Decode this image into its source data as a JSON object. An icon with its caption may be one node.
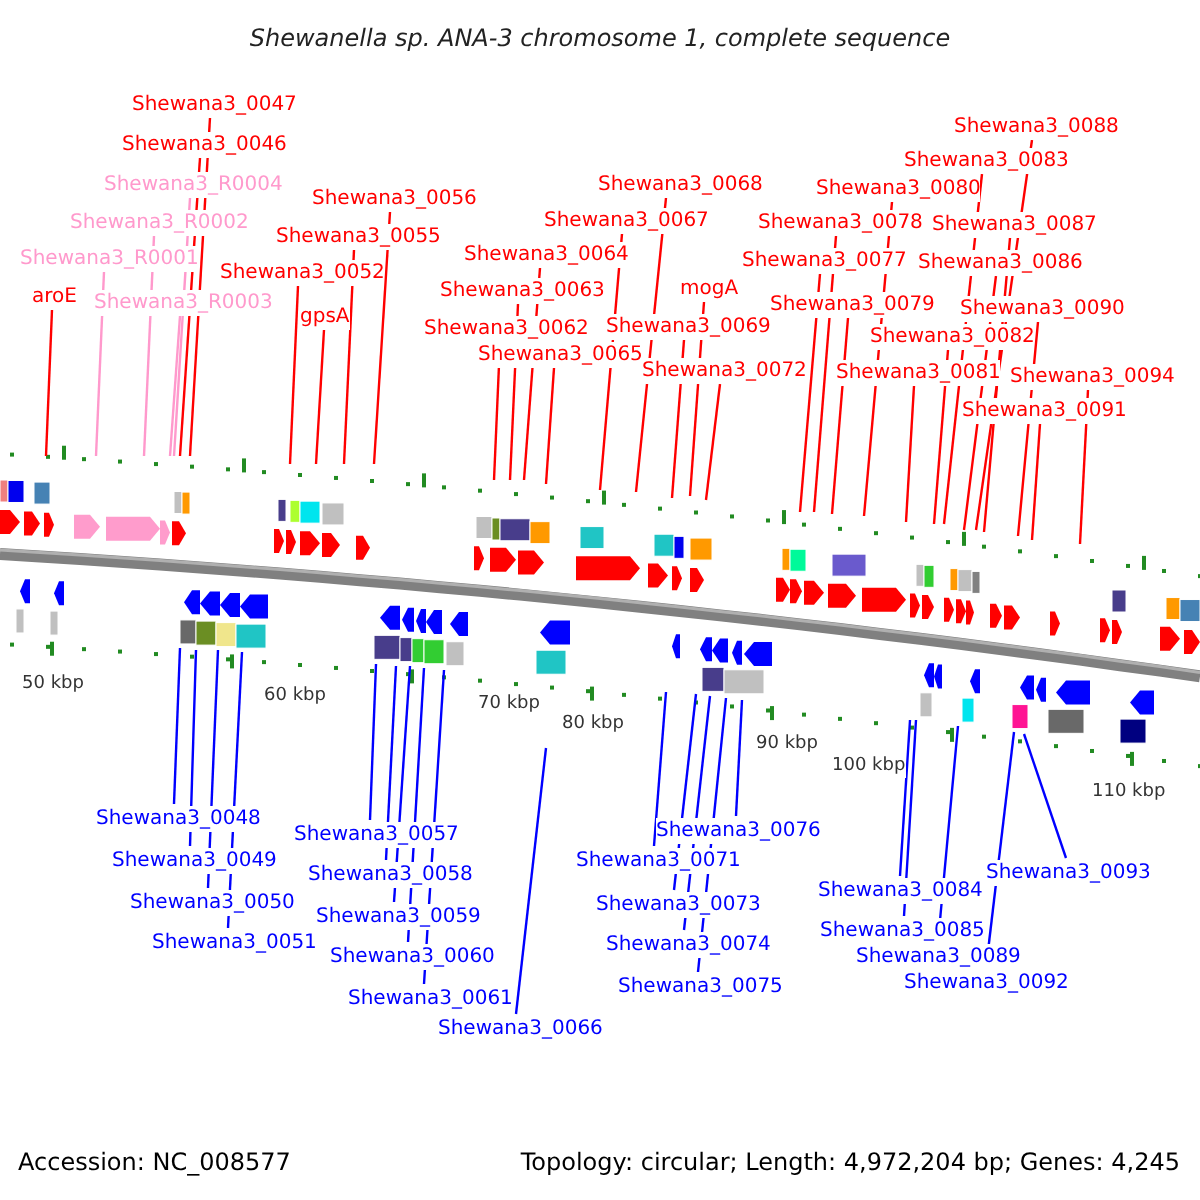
{
  "diagram": {
    "title": "Shewanella sp. ANA-3 chromosome 1, complete sequence",
    "nodes": [
      {
        "text": [
          "aroE"
        ]
      },
      {
        "text": [
          "Shewana3_R0001"
        ]
      },
      {
        "text": [
          "Shewana3_R0002"
        ]
      },
      {
        "text": [
          "Shewana3_R0003"
        ]
      },
      {
        "text": [
          "Shewana3_R0004"
        ]
      },
      {
        "text": [
          "Shewana3_0046"
        ]
      },
      {
        "text": [
          "Shewana3_0047"
        ]
      },
      {
        "text": [
          "Shewana3_0052"
        ]
      },
      {
        "text": [
          "gpsA"
        ]
      },
      {
        "text": [
          "Shewana3_0055"
        ]
      },
      {
        "text": [
          "Shewana3_0056"
        ]
      },
      {
        "text": [
          "Shewana3_0062"
        ]
      },
      {
        "text": [
          "Shewana3_0063"
        ]
      },
      {
        "text": [
          "Shewana3_0064"
        ]
      },
      {
        "text": [
          "Shewana3_0065"
        ]
      },
      {
        "text": [
          "Shewana3_0067"
        ]
      },
      {
        "text": [
          "Shewana3_0068"
        ]
      },
      {
        "text": [
          "Shewana3_0069"
        ]
      },
      {
        "text": [
          "mogA"
        ]
      },
      {
        "text": [
          "Shewana3_0072"
        ]
      },
      {
        "text": [
          "Shewana3_0077"
        ]
      },
      {
        "text": [
          "Shewana3_0078"
        ]
      },
      {
        "text": [
          "Shewana3_0079"
        ]
      },
      {
        "text": [
          "Shewana3_0080"
        ]
      },
      {
        "text": [
          "Shewana3_0081"
        ]
      },
      {
        "text": [
          "Shewana3_0082"
        ]
      },
      {
        "text": [
          "Shewana3_0083"
        ]
      },
      {
        "text": [
          "Shewana3_0086"
        ]
      },
      {
        "text": [
          "Shewana3_0087"
        ]
      },
      {
        "text": [
          "Shewana3_0088"
        ]
      },
      {
        "text": [
          "Shewana3_0090"
        ]
      },
      {
        "text": [
          "Shewana3_0091"
        ]
      },
      {
        "text": [
          "Shewana3_0094"
        ]
      },
      {
        "text": [
          "Shewana3_0048"
        ]
      },
      {
        "text": [
          "Shewana3_0049"
        ]
      },
      {
        "text": [
          "Shewana3_0050"
        ]
      },
      {
        "text": [
          "Shewana3_0051"
        ]
      },
      {
        "text": [
          "Shewana3_0057"
        ]
      },
      {
        "text": [
          "Shewana3_0058"
        ]
      },
      {
        "text": [
          "Shewana3_0059"
        ]
      },
      {
        "text": [
          "Shewana3_0060"
        ]
      },
      {
        "text": [
          "Shewana3_0061"
        ]
      },
      {
        "text": [
          "Shewana3_0066"
        ]
      },
      {
        "text": [
          "Shewana3_0071"
        ]
      },
      {
        "text": [
          "Shewana3_0073"
        ]
      },
      {
        "text": [
          "Shewana3_0074"
        ]
      },
      {
        "text": [
          "Shewana3_0075"
        ]
      },
      {
        "text": [
          "Shewana3_0076"
        ]
      },
      {
        "text": [
          "Shewana3_0084"
        ]
      },
      {
        "text": [
          "Shewana3_0085"
        ]
      },
      {
        "text": [
          "Shewana3_0089"
        ]
      },
      {
        "text": [
          "Shewana3_0092"
        ]
      },
      {
        "text": [
          "Shewana3_0093"
        ]
      }
    ],
    "edges": [
      {
        "from": 0,
        "to": null,
        "arrow": "none"
      },
      {
        "from": 1,
        "to": null,
        "arrow": "none",
        "color": "#ff99cc"
      },
      {
        "from": 2,
        "to": null,
        "arrow": "none",
        "color": "#ff99cc"
      },
      {
        "from": 3,
        "to": null,
        "arrow": "none",
        "color": "#ff99cc"
      },
      {
        "from": 4,
        "to": null,
        "arrow": "none",
        "color": "#ff99cc"
      },
      {
        "from": 5,
        "to": null,
        "arrow": "none"
      },
      {
        "from": 6,
        "to": null,
        "arrow": "none"
      },
      {
        "from": 7,
        "to": null,
        "arrow": "none"
      },
      {
        "from": 8,
        "to": null,
        "arrow": "none"
      },
      {
        "from": 9,
        "to": null,
        "arrow": "none"
      },
      {
        "from": 10,
        "to": null,
        "arrow": "none"
      },
      {
        "from": 11,
        "to": null,
        "arrow": "none"
      },
      {
        "from": 12,
        "to": null,
        "arrow": "none"
      },
      {
        "from": 13,
        "to": null,
        "arrow": "none"
      },
      {
        "from": 14,
        "to": null,
        "arrow": "none"
      },
      {
        "from": 15,
        "to": null,
        "arrow": "none"
      },
      {
        "from": 16,
        "to": null,
        "arrow": "none"
      },
      {
        "from": 17,
        "to": null,
        "arrow": "none"
      },
      {
        "from": 18,
        "to": null,
        "arrow": "none"
      },
      {
        "from": 19,
        "to": null,
        "arrow": "none"
      },
      {
        "from": 20,
        "to": null,
        "arrow": "none"
      },
      {
        "from": 21,
        "to": null,
        "arrow": "none"
      },
      {
        "from": 22,
        "to": null,
        "arrow": "none"
      },
      {
        "from": 23,
        "to": null,
        "arrow": "none"
      },
      {
        "from": 24,
        "to": null,
        "arrow": "none"
      },
      {
        "from": 25,
        "to": null,
        "arrow": "none"
      },
      {
        "from": 26,
        "to": null,
        "arrow": "none"
      },
      {
        "from": 27,
        "to": null,
        "arrow": "none"
      },
      {
        "from": 28,
        "to": null,
        "arrow": "none"
      },
      {
        "from": 29,
        "to": null,
        "arrow": "none"
      },
      {
        "from": 30,
        "to": null,
        "arrow": "none"
      },
      {
        "from": 31,
        "to": null,
        "arrow": "none"
      },
      {
        "from": 32,
        "to": null,
        "arrow": "none"
      },
      {
        "from": 33,
        "to": null,
        "arrow": "none",
        "color": "#0000ff"
      },
      {
        "from": 34,
        "to": null,
        "arrow": "none",
        "color": "#0000ff"
      },
      {
        "from": 35,
        "to": null,
        "arrow": "none",
        "color": "#0000ff"
      },
      {
        "from": 36,
        "to": null,
        "arrow": "none",
        "color": "#0000ff"
      },
      {
        "from": 37,
        "to": null,
        "arrow": "none",
        "color": "#0000ff"
      },
      {
        "from": 38,
        "to": null,
        "arrow": "none",
        "color": "#0000ff"
      },
      {
        "from": 39,
        "to": null,
        "arrow": "none",
        "color": "#0000ff"
      },
      {
        "from": 40,
        "to": null,
        "arrow": "none",
        "color": "#0000ff"
      },
      {
        "from": 41,
        "to": null,
        "arrow": "none",
        "color": "#0000ff"
      },
      {
        "from": 42,
        "to": null,
        "arrow": "none",
        "color": "#0000ff"
      },
      {
        "from": 43,
        "to": null,
        "arrow": "none",
        "color": "#0000ff"
      },
      {
        "from": 44,
        "to": null,
        "arrow": "none",
        "color": "#0000ff"
      },
      {
        "from": 45,
        "to": null,
        "arrow": "none",
        "color": "#0000ff"
      },
      {
        "from": 46,
        "to": null,
        "arrow": "none",
        "color": "#0000ff"
      },
      {
        "from": 47,
        "to": null,
        "arrow": "none",
        "color": "#0000ff"
      },
      {
        "from": 48,
        "to": null,
        "arrow": "none",
        "color": "#0000ff"
      },
      {
        "from": 49,
        "to": null,
        "arrow": "none",
        "color": "#0000ff"
      },
      {
        "from": 50,
        "to": null,
        "arrow": "none",
        "color": "#0000ff"
      },
      {
        "from": 51,
        "to": null,
        "arrow": "none",
        "color": "#0000ff"
      },
      {
        "from": 52,
        "to": null,
        "arrow": "none",
        "color": "#0000ff"
      }
    ],
    "labels": [
      "50 kbp",
      "60 kbp",
      "70 kbp",
      "80 kbp",
      "90 kbp",
      "100 kbp",
      "110 kbp",
      "Accession: NC_008577",
      "Topology: circular; Length: 4,972,204 bp; Genes: 4,245"
    ]
  }
}
